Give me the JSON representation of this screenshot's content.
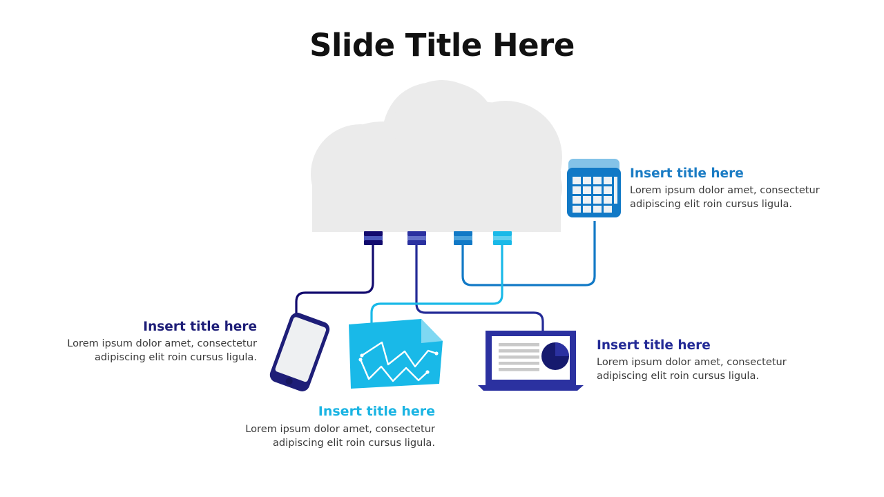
{
  "slide": {
    "title": "Slide Title Here",
    "background_color": "#ffffff"
  },
  "palette": {
    "cloud": "#ebebeb",
    "navy_dark": "#120a6e",
    "navy": "#2b31a0",
    "blue": "#1179c6",
    "cyan": "#19b9e8",
    "title_dark": "#111111",
    "body_text": "#3a3a3a"
  },
  "central_node": {
    "icon": "cloud-icon",
    "label": ""
  },
  "connectors": [
    {
      "name": "connector-phone",
      "color": "#120a6e",
      "from": "cloud",
      "to": "phone"
    },
    {
      "name": "connector-laptop",
      "color": "#232a96",
      "from": "cloud",
      "to": "laptop"
    },
    {
      "name": "connector-calendar",
      "color": "#1179c6",
      "from": "cloud",
      "to": "calendar"
    },
    {
      "name": "connector-document",
      "color": "#19b9e8",
      "from": "cloud",
      "to": "document"
    }
  ],
  "nodes": [
    {
      "key": "calendar",
      "icon": "calendar-icon",
      "title": "Insert title here",
      "body": "Lorem ipsum dolor amet, consectetur adipiscing elit roin cursus ligula.",
      "title_color": "#1b7cc4",
      "align": "left"
    },
    {
      "key": "phone",
      "icon": "smartphone-icon",
      "title": "Insert title here",
      "body": "Lorem ipsum dolor amet, consectetur adipiscing elit roin cursus ligula.",
      "title_color": "#1e1e78",
      "align": "right"
    },
    {
      "key": "document",
      "icon": "chart-document-icon",
      "title": "Insert title here",
      "body": "Lorem ipsum dolor amet, consectetur adipiscing elit roin cursus ligula.",
      "title_color": "#1ab4e3",
      "align": "right"
    },
    {
      "key": "laptop",
      "icon": "laptop-icon",
      "title": "Insert title here",
      "body": "Lorem ipsum dolor amet, consectetur adipiscing elit roin cursus ligula.",
      "title_color": "#232a96",
      "align": "left"
    }
  ],
  "connector_blocks": [
    {
      "name": "connector-block-1",
      "top": "#120a6e",
      "mid": "#4a57bb",
      "bottom": "#120a6e"
    },
    {
      "name": "connector-block-2",
      "top": "#2b31a0",
      "mid": "#6471c9",
      "bottom": "#2b31a0"
    },
    {
      "name": "connector-block-3",
      "top": "#1179c6",
      "mid": "#4ba2db",
      "bottom": "#1179c6"
    },
    {
      "name": "connector-block-4",
      "top": "#19b9e8",
      "mid": "#62d0f0",
      "bottom": "#19b9e8"
    }
  ]
}
